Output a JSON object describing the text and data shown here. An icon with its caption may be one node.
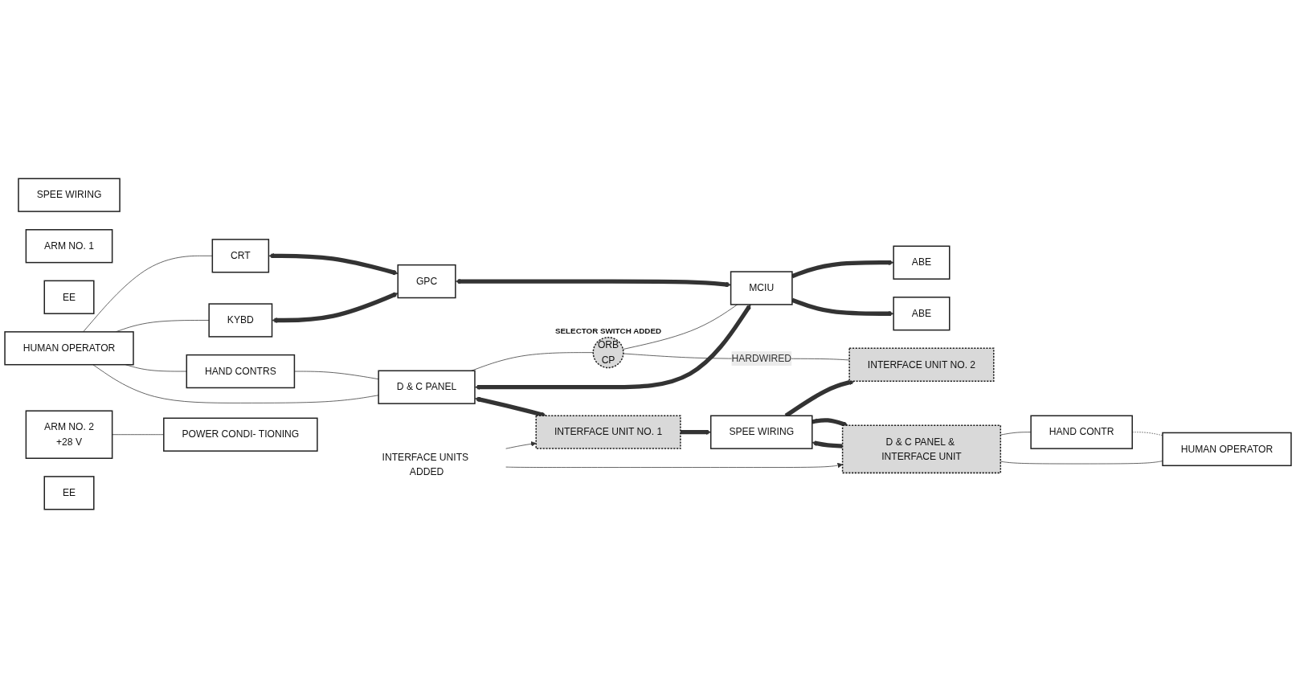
{
  "diagram": {
    "nodes": [
      {
        "text": [
          "CRT"
        ]
      },
      {
        "text": [
          "GPC"
        ]
      },
      {
        "text": [
          "KYBD"
        ]
      },
      {
        "text": [
          "SPEE WIRING"
        ]
      },
      {
        "text": [
          "ABE"
        ]
      },
      {
        "text": [
          "ARM NO. 1"
        ]
      },
      {
        "text": [
          "EE"
        ]
      },
      {
        "text": [
          "HUMAN OPERATOR"
        ]
      },
      {
        "text": [
          "HAND CONTRS"
        ]
      },
      {
        "text": [
          "MCIU"
        ]
      },
      {
        "text": [
          "D & C PANEL"
        ]
      },
      {
        "text": [
          "ORB",
          "CP"
        ],
        "beside": [
          "SELECTOR SWITCH ADDED"
        ]
      },
      {
        "text": [
          "ABE"
        ]
      },
      {
        "text": [
          "ARM NO. 2",
          "+28 V"
        ]
      },
      {
        "text": [
          "EE"
        ]
      },
      {
        "text": [
          "POWER CONDI- TIONING"
        ]
      },
      {
        "text": [
          "HAND CONTR"
        ]
      },
      {
        "text": [
          "INTERFACE UNIT NO. 1"
        ]
      },
      {
        "text": [
          "SPEE WIRING"
        ]
      },
      {
        "text": [
          "D & C PANEL & INTERFACE UNIT"
        ]
      },
      {
        "text": [
          "HUMAN OPERATOR"
        ]
      },
      {
        "text": [
          "INTERFACE UNIT NO. 2"
        ]
      },
      {
        "text": [
          "INTERFACE UNITS ADDED"
        ]
      }
    ],
    "edges": [
      {
        "from": 7,
        "to": 0,
        "arrow": "none"
      },
      {
        "from": 7,
        "to": 2,
        "arrow": "none"
      },
      {
        "from": 0,
        "to": 1,
        "arrow": "both",
        "style": "thick"
      },
      {
        "from": 2,
        "to": 1,
        "arrow": "both",
        "style": "thick"
      },
      {
        "from": 1,
        "to": 9,
        "arrow": "both",
        "style": "thick"
      },
      {
        "from": 7,
        "to": 8,
        "arrow": "none"
      },
      {
        "from": 7,
        "to": 10,
        "arrow": "none"
      },
      {
        "from": 8,
        "to": 10,
        "arrow": "none"
      },
      {
        "from": 10,
        "to": 11,
        "arrow": "none"
      },
      {
        "from": 11,
        "to": 9,
        "arrow": "none"
      },
      {
        "from": 10,
        "to": 9,
        "arrow": "both",
        "style": "thick"
      },
      {
        "from": 10,
        "to": 17,
        "arrow": "both",
        "style": "thick"
      },
      {
        "from": 11,
        "to": 21,
        "arrow": "none",
        "label": "HARDWIRED"
      },
      {
        "from": 9,
        "to": 4,
        "arrow": "to",
        "style": "thick"
      },
      {
        "from": 9,
        "to": 12,
        "arrow": "to",
        "style": "thick"
      },
      {
        "from": 17,
        "to": 18,
        "arrow": "to",
        "style": "thick"
      },
      {
        "from": 18,
        "to": 21,
        "arrow": "to",
        "style": "thick"
      },
      {
        "from": 18,
        "to": 19,
        "arrow": "to",
        "style": "thick"
      },
      {
        "from": 19,
        "to": 18,
        "arrow": "to",
        "style": "thick"
      },
      {
        "from": 13,
        "to": 15,
        "arrow": "none"
      },
      {
        "from": 19,
        "to": 16,
        "arrow": "none"
      },
      {
        "from": 16,
        "to": 20,
        "arrow": "none",
        "style": "dashed"
      },
      {
        "from": 19,
        "to": 20,
        "arrow": "none"
      },
      {
        "from": 22,
        "to": 17,
        "arrow": "to"
      },
      {
        "from": 22,
        "to": 19,
        "arrow": "to"
      }
    ]
  }
}
